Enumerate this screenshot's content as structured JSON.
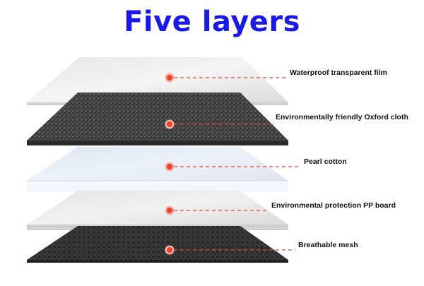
{
  "title": "Five layers",
  "colors": {
    "title": "#1a1ae6",
    "marker": "#e8452e",
    "leader_line": "#e8452e"
  },
  "layers": [
    {
      "label": "Waterproof transparent film",
      "material": "transparent-film"
    },
    {
      "label": "Environmentally friendly Oxford cloth",
      "material": "black-woven-fabric"
    },
    {
      "label": "Pearl cotton",
      "material": "white-foam"
    },
    {
      "label": "Environmental protection PP board",
      "material": "translucent-board"
    },
    {
      "label": "Breathable mesh",
      "material": "black-mesh"
    }
  ]
}
